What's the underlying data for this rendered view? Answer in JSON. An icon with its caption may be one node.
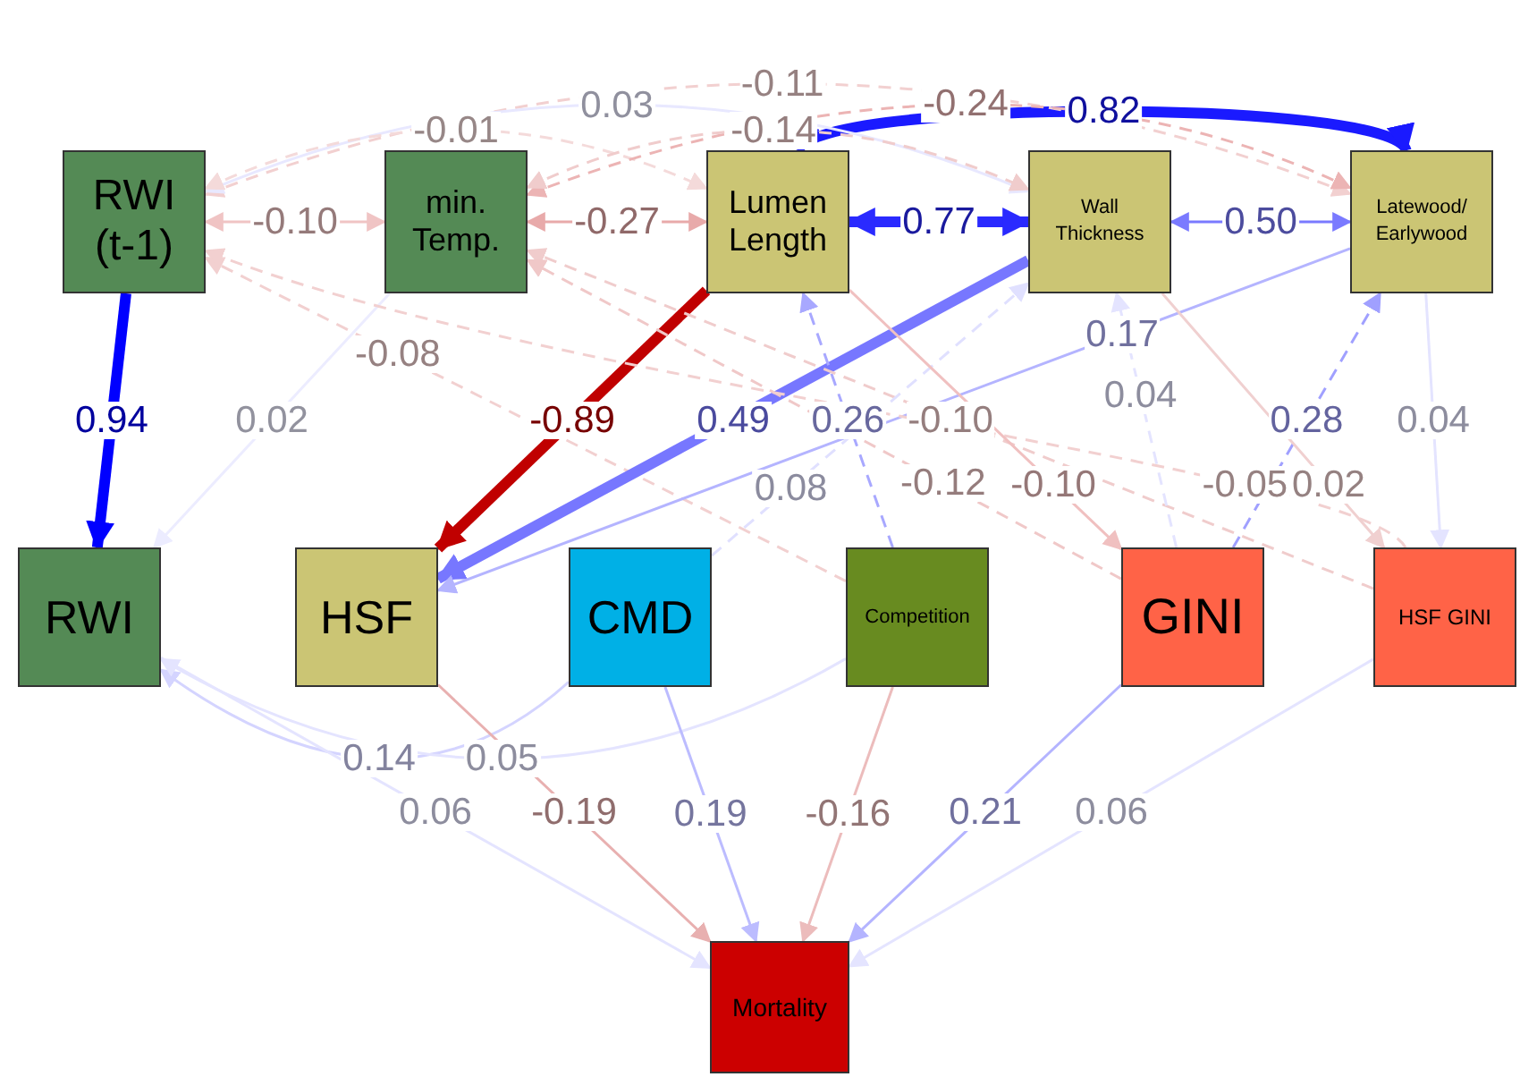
{
  "diagram": {
    "nodes": [
      {
        "text": [
          "RWI (t-1)"
        ]
      },
      {
        "text": [
          "min. Temp."
        ]
      },
      {
        "text": [
          "Lumen Length"
        ]
      },
      {
        "text": [
          "Wall Thickness"
        ]
      },
      {
        "text": [
          "Latewood/ Earlywood"
        ]
      },
      {
        "text": [
          "RWI"
        ]
      },
      {
        "text": [
          "HSF"
        ]
      },
      {
        "text": [
          "CMD"
        ]
      },
      {
        "text": [
          "Competition"
        ]
      },
      {
        "text": [
          "GINI"
        ]
      },
      {
        "text": [
          "HSF GINI"
        ]
      },
      {
        "text": [
          "Mortality"
        ]
      }
    ],
    "edges": [
      {
        "from": 0,
        "to": 1,
        "arrow": "both",
        "label": "-0.10",
        "color": "#f0c4c4"
      },
      {
        "from": 1,
        "to": 2,
        "arrow": "both",
        "label": "-0.27",
        "color": "#e8aaaa"
      },
      {
        "from": 2,
        "to": 3,
        "arrow": "both",
        "label": "0.77",
        "style": "thick",
        "color": "#2a2aff"
      },
      {
        "from": 3,
        "to": 4,
        "arrow": "both",
        "label": "0.50",
        "color": "#7a7aff"
      },
      {
        "from": 2,
        "to": 4,
        "arrow": "both",
        "label": "0.82",
        "style": "thick",
        "color": "#1a1aff"
      },
      {
        "from": 0,
        "to": 4,
        "arrow": "both",
        "label": "-0.11",
        "style": "dashed",
        "color": "#f2d0d0"
      },
      {
        "from": 0,
        "to": 3,
        "arrow": "both",
        "label": "0.03",
        "color": "#e8e8ff"
      },
      {
        "from": 0,
        "to": 2,
        "arrow": "both",
        "label": "-0.01",
        "style": "dashed",
        "color": "#f4dada"
      },
      {
        "from": 1,
        "to": 4,
        "arrow": "both",
        "label": "-0.24",
        "style": "dashed",
        "color": "#ecb4b4"
      },
      {
        "from": 1,
        "to": 3,
        "arrow": "both",
        "label": "-0.14",
        "style": "dashed",
        "color": "#f0cccc"
      },
      {
        "from": 0,
        "to": 5,
        "arrow": "to",
        "label": "0.94",
        "style": "thick",
        "color": "#0000ff"
      },
      {
        "from": 1,
        "to": 5,
        "arrow": "to",
        "label": "0.02",
        "color": "#ececff"
      },
      {
        "from": 8,
        "to": 0,
        "arrow": "to",
        "label": "-0.08",
        "style": "dashed",
        "color": "#f2d0d0"
      },
      {
        "from": 2,
        "to": 6,
        "arrow": "to",
        "label": "-0.89",
        "style": "thick",
        "color": "#c00000"
      },
      {
        "from": 3,
        "to": 6,
        "arrow": "to",
        "label": "0.49",
        "style": "thick",
        "color": "#7777ff"
      },
      {
        "from": 8,
        "to": 2,
        "arrow": "to",
        "label": "0.26",
        "style": "dashed",
        "color": "#a8a8ff"
      },
      {
        "from": 4,
        "to": 6,
        "arrow": "to",
        "label": "0.17",
        "color": "#b4b4ff"
      },
      {
        "from": 9,
        "to": 4,
        "arrow": "to",
        "label": "0.28",
        "style": "dashed",
        "color": "#a0a0ff"
      },
      {
        "from": 10,
        "to": 1,
        "arrow": "to",
        "label": "-0.10",
        "style": "dashed",
        "color": "#f0cccc"
      },
      {
        "from": 4,
        "to": 10,
        "arrow": "to",
        "label": "0.04",
        "color": "#e4e4ff"
      },
      {
        "from": 7,
        "to": 3,
        "arrow": "to",
        "label": "0.08",
        "style": "dashed",
        "color": "#e0e0ff"
      },
      {
        "from": 9,
        "to": 1,
        "arrow": "to",
        "label": "-0.12",
        "style": "dashed",
        "color": "#f0c8c8"
      },
      {
        "from": 10,
        "to": 0,
        "arrow": "to",
        "label": "-0.05",
        "style": "dashed",
        "color": "#f2d0d0"
      },
      {
        "from": 2,
        "to": 9,
        "arrow": "to",
        "label": "-0.10",
        "color": "#f0c0c0"
      },
      {
        "from": 9,
        "to": 3,
        "arrow": "to",
        "label": "0.04",
        "style": "dashed",
        "color": "#e4e4ff"
      },
      {
        "from": 3,
        "to": 10,
        "arrow": "to",
        "label": "0.02",
        "color": "#f0d0d0"
      },
      {
        "from": 7,
        "to": 5,
        "arrow": "to",
        "label": "0.14",
        "color": "#d4d4ff"
      },
      {
        "from": 8,
        "to": 5,
        "arrow": "to",
        "label": "0.05",
        "color": "#e4e4ff"
      },
      {
        "from": 5,
        "to": 11,
        "arrow": "to",
        "label": "0.06",
        "color": "#e4e4ff"
      },
      {
        "from": 6,
        "to": 11,
        "arrow": "to",
        "label": "-0.19",
        "color": "#e8b0b0"
      },
      {
        "from": 7,
        "to": 11,
        "arrow": "to",
        "label": "0.19",
        "color": "#bcbcff"
      },
      {
        "from": 8,
        "to": 11,
        "arrow": "to",
        "label": "-0.16",
        "color": "#ecbcbc"
      },
      {
        "from": 9,
        "to": 11,
        "arrow": "to",
        "label": "0.21",
        "color": "#b4b4ff"
      },
      {
        "from": 10,
        "to": 11,
        "arrow": "to",
        "label": "0.06",
        "color": "#e4e4ff"
      }
    ]
  }
}
